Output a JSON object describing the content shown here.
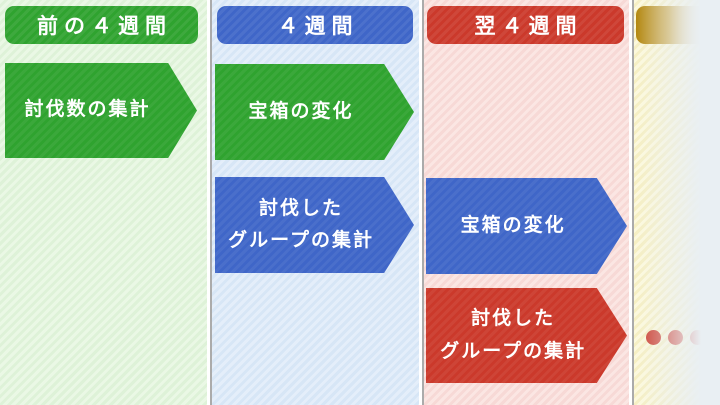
{
  "diagram": {
    "columns": [
      {
        "name": "prev-4-weeks",
        "header": "前の４週間",
        "arrows": [
          {
            "label": "討伐数の集計",
            "color": "#2fa32f"
          }
        ]
      },
      {
        "name": "current-4-weeks",
        "header": "４週間",
        "arrows": [
          {
            "label": "宝箱の変化",
            "color": "#2fa32f"
          },
          {
            "lines": [
              "討伐した",
              "グループの集計"
            ],
            "color": "#3f66c8"
          }
        ]
      },
      {
        "name": "next-4-weeks",
        "header": "翌４週間",
        "arrows": [
          {
            "label": "宝箱の変化",
            "color": "#3f66c8"
          },
          {
            "lines": [
              "討伐した",
              "グループの集計"
            ],
            "color": "#cb392b"
          }
        ]
      },
      {
        "name": "future-weeks",
        "header": "",
        "ellipsis_dot_count": 3
      }
    ]
  },
  "theme": {
    "green": "#2fa32f",
    "blue": "#3f66c8",
    "red": "#cb392b",
    "gold": "#b18408",
    "divider": "#ababab",
    "fade": "#e9eff3",
    "col1-base": "#eaf8e5",
    "col1-stripe": "#def2d8",
    "col2-base": "#e4eefa",
    "col2-stripe": "#d7e6f6",
    "col3-base": "#fbe6e3",
    "col3-stripe": "#f7d9d6",
    "col4-base": "#fdf9dc",
    "col4-stripe": "#f6efc2"
  }
}
